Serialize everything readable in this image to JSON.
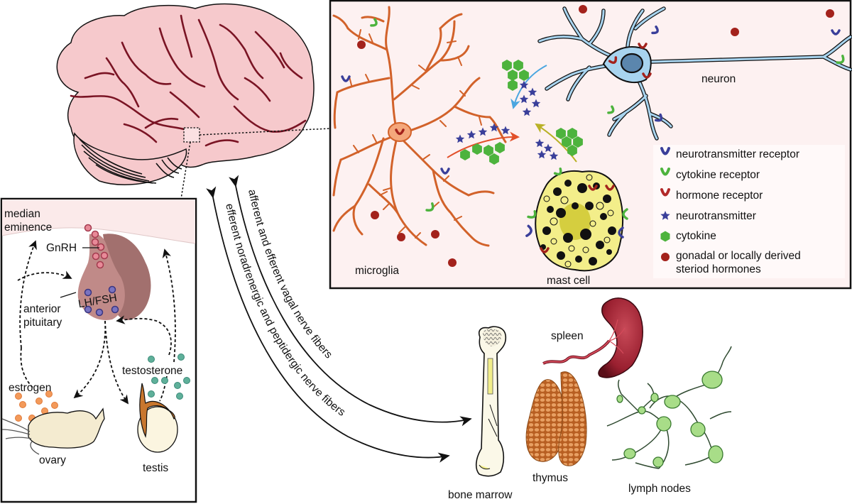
{
  "brain": {
    "name": "brain"
  },
  "cell_panel": {
    "labels": {
      "microglia": "microglia",
      "neuron": "neuron",
      "mast_cell": "mast cell"
    },
    "legend": [
      {
        "icon": "receptor-icon",
        "color": "#3a3f9a",
        "label": "neurotransmitter receptor"
      },
      {
        "icon": "receptor-icon",
        "color": "#4db33d",
        "label": "cytokine receptor"
      },
      {
        "icon": "receptor-icon",
        "color": "#b22a2a",
        "label": "hormone receptor"
      },
      {
        "icon": "star-icon",
        "color": "#3a3f9a",
        "label": "neurotransmitter"
      },
      {
        "icon": "hexagon-icon",
        "color": "#4db33d",
        "label": "cytokine"
      },
      {
        "icon": "dot-icon",
        "color": "#a3221c",
        "label_line1": "gonadal or locally derived",
        "label_line2": "steriod hormones"
      }
    ]
  },
  "hpg_panel": {
    "labels": {
      "median_eminence_1": "median",
      "median_eminence_2": "eminence",
      "gnrh": "GnRH",
      "lh_fsh": "LH/FSH",
      "anterior_pituitary_1": "anterior",
      "anterior_pituitary_2": "pituitary",
      "estrogen": "estrogen",
      "testosterone": "testosterone",
      "ovary": "ovary",
      "testis": "testis"
    }
  },
  "nerves": {
    "vagal": "afferent and efferent vagal nerve fibers",
    "noradrenergic": "efferent noradrenergic and peptidergic nerve fibers"
  },
  "organs": {
    "spleen": "spleen",
    "bone_marrow": "bone marrow",
    "thymus": "thymus",
    "lymph_nodes": "lymph nodes"
  },
  "colors": {
    "brain_fill": "#f6c9cc",
    "sulci": "#8a1a2a",
    "panel_bg": "#fdf1f1",
    "microglia": "#d2622a",
    "neuron": "#a8d4ef",
    "mast_cell": "#f3ee8a",
    "pituitary": "#c08a88",
    "pituitary_dark": "#a2706e"
  }
}
